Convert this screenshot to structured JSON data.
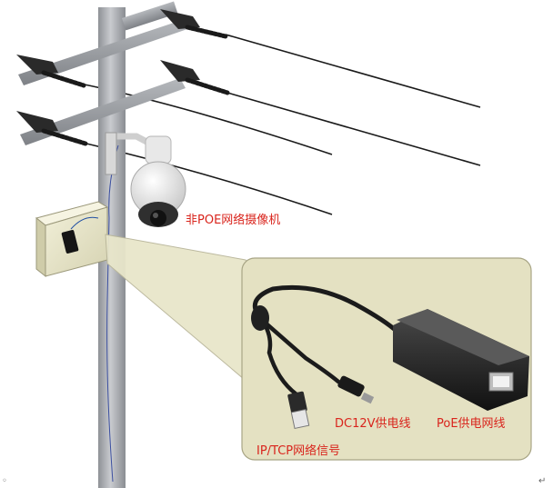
{
  "labels": {
    "camera": "非POE网络摄像机",
    "dc": "DC12V供电线",
    "poe": "PoE供电网线",
    "ip": "IP/TCP网络信号"
  },
  "marks": {
    "left": "◦",
    "right": "↵"
  },
  "colors": {
    "label": "#d9241c",
    "pole": "#a6a9ae",
    "box": "#e6e3c5",
    "callout": "#e4e1c2",
    "cable": "#1b1b1b"
  }
}
